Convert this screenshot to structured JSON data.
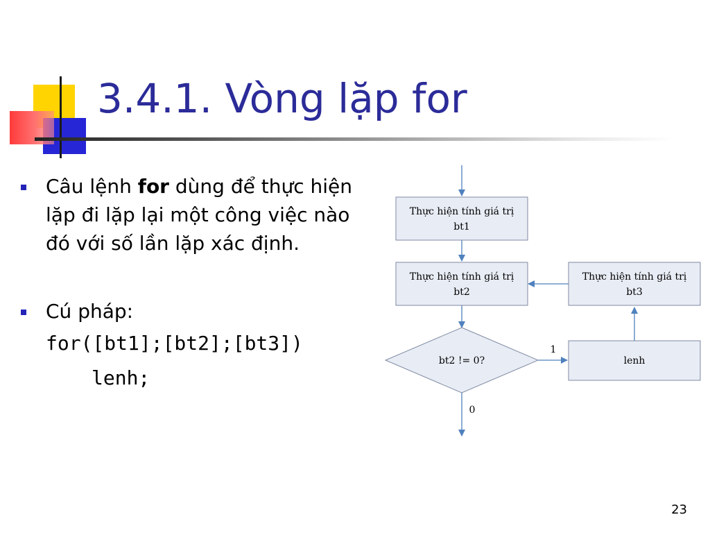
{
  "slide": {
    "title": "3.4.1. Vòng lặp for",
    "page_number": "23"
  },
  "bullets": [
    {
      "lines": [
        {
          "before": "Câu lệnh ",
          "bold": "for",
          "after": " dùng để thực hiện"
        },
        {
          "text": "lặp đi lặp lại một công việc nào"
        },
        {
          "text": "đó với số lần lặp xác định."
        }
      ]
    },
    {
      "label": "Cú pháp:",
      "code_line1": "for([bt1];[bt2];[bt3])",
      "code_line2": "lenh;"
    }
  ],
  "flowchart": {
    "box_bt1": [
      "Thực hiện tính giá trị",
      "bt1"
    ],
    "box_bt2": [
      "Thực hiện tính giá trị",
      "bt2"
    ],
    "box_bt3": [
      "Thực hiện tính giá trị",
      "bt3"
    ],
    "decision": "bt2 != 0?",
    "box_lenh": "lenh",
    "label_true": "1",
    "label_false": "0",
    "colors": {
      "box_fill": "#e8ecf4",
      "box_stroke": "#7f8aa3",
      "arrow": "#4f81bd"
    }
  }
}
